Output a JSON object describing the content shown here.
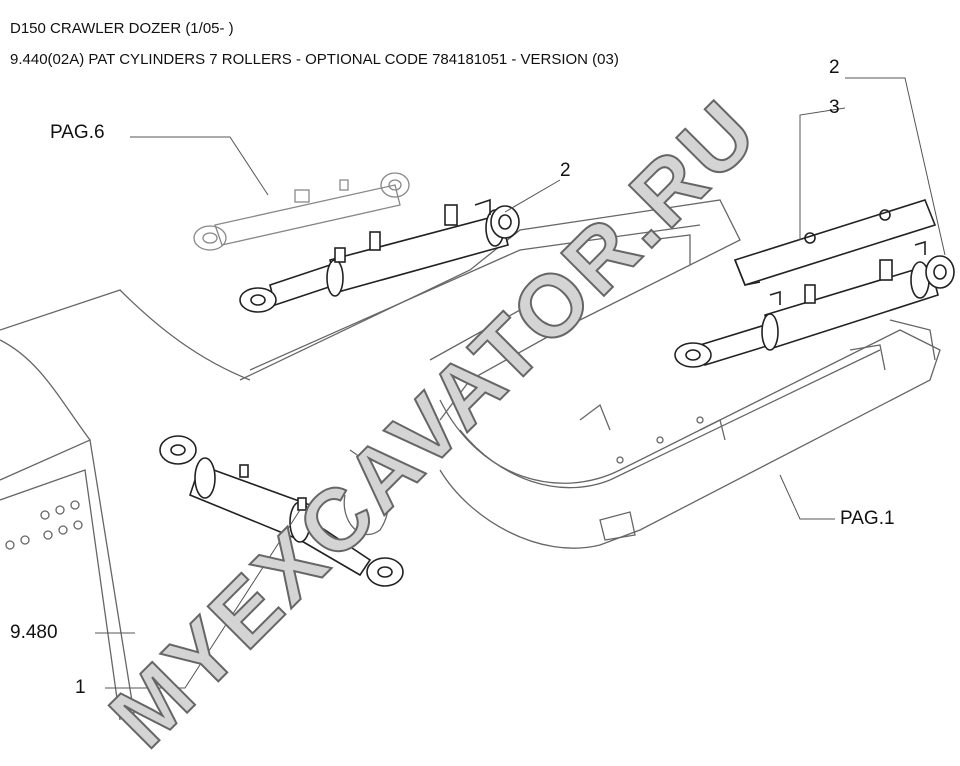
{
  "header": {
    "title": "D150 CRAWLER DOZER (1/05- )",
    "subtitle": "9.440(02A) PAT CYLINDERS 7 ROLLERS - OPTIONAL CODE 784181051 - VERSION (03)"
  },
  "callouts": {
    "pag6": "PAG.6",
    "item2_left": "2",
    "item2_right": "2",
    "item3": "3",
    "pag1": "PAG.1",
    "ref9480": "9.480",
    "item1": "1"
  },
  "watermark": "MYEXCAVATOR.RU"
}
